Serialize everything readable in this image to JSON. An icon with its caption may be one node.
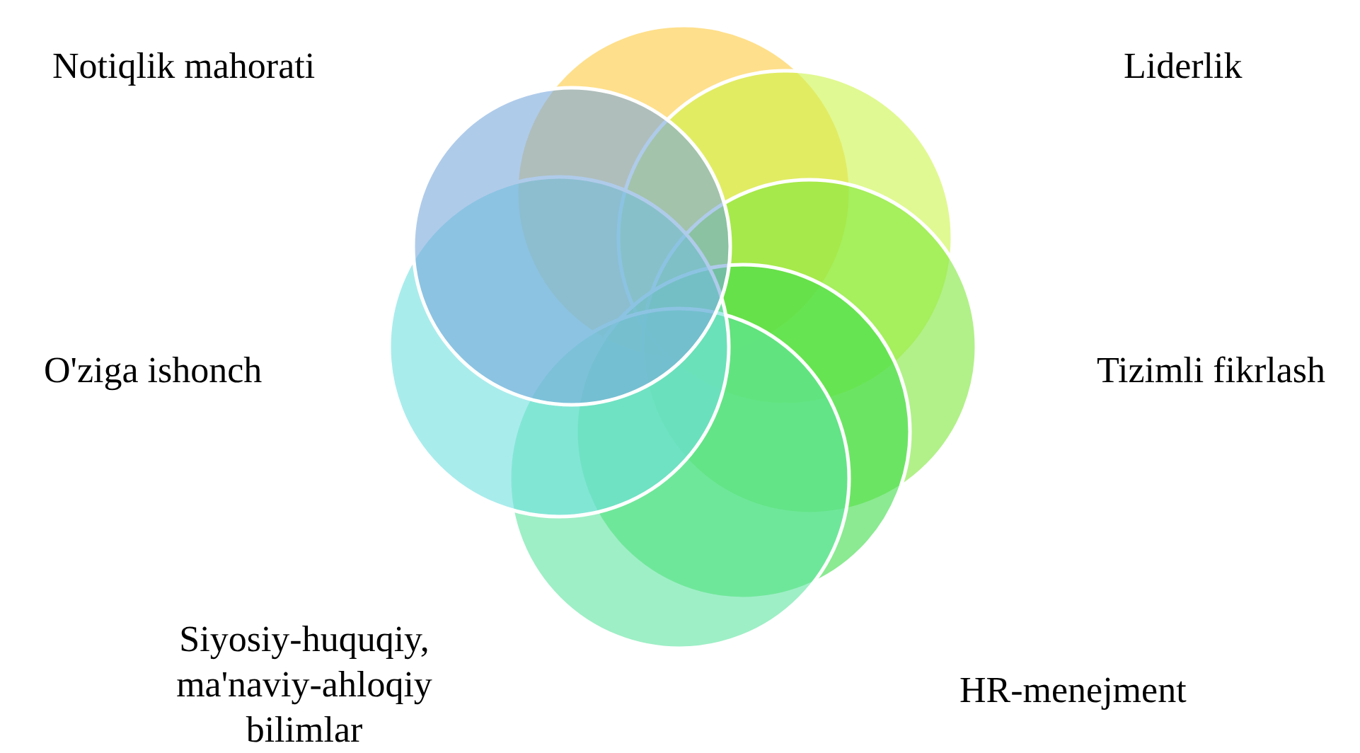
{
  "diagram": {
    "nodes": [
      {
        "text": [],
        "shape": "circle"
      },
      {
        "text": [],
        "shape": "circle"
      },
      {
        "text": [],
        "shape": "circle"
      },
      {
        "text": [],
        "shape": "circle"
      },
      {
        "text": [],
        "shape": "circle"
      },
      {
        "text": [],
        "shape": "circle"
      },
      {
        "text": [],
        "shape": "circle"
      }
    ],
    "labels": [
      "Notiqlik mahorati",
      "Liderlik",
      "O'ziga ishonch",
      "Tizimli fikrlash",
      "Siyosiy-huquqiy, ma'naviy-ahloqiy bilimlar",
      "HR-menejment"
    ]
  }
}
